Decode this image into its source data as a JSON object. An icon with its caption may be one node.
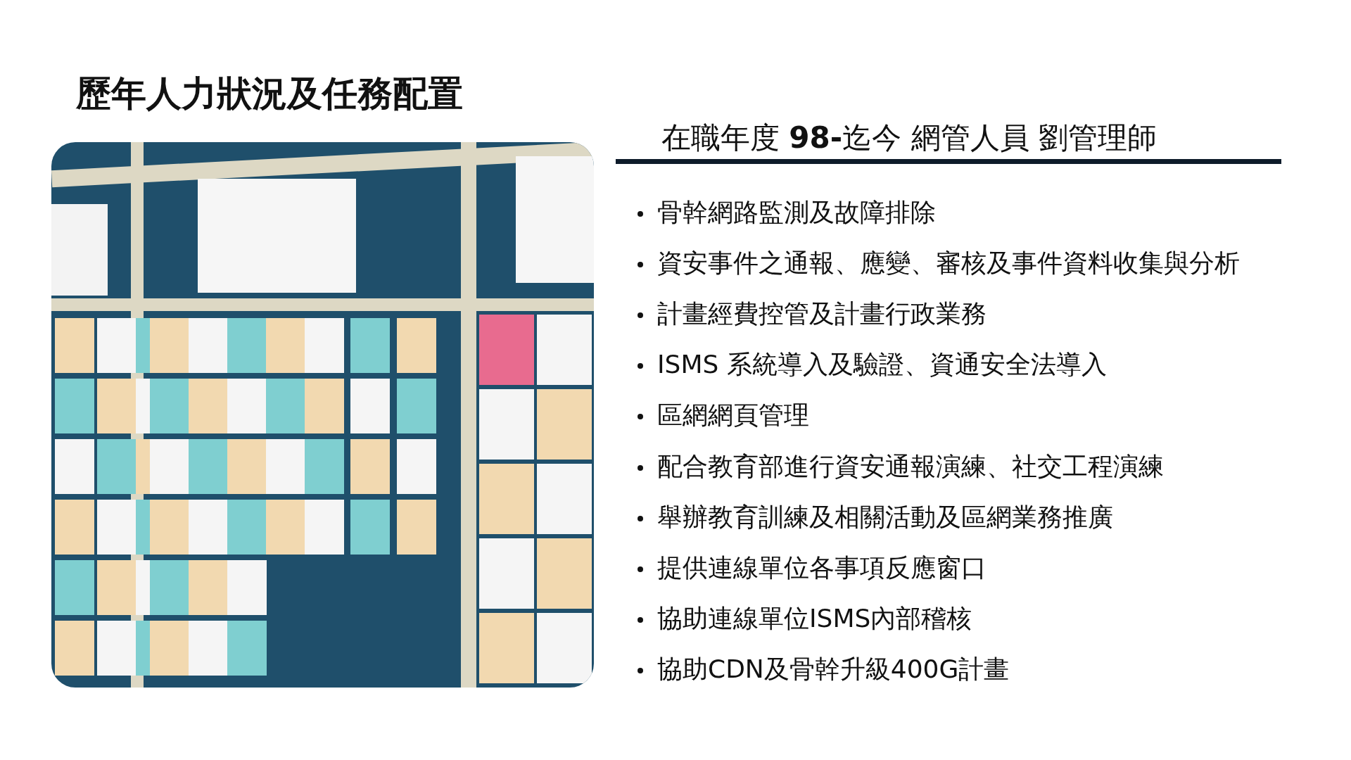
{
  "diagram": {
    "title": "歷年人力狀況及任務配置",
    "labels": [
      "在職年度 **98-**迄今 網管人員 劉管理師",
      "骨幹網路監測及故障排除",
      "資安事件之通報、應變、審核及事件資料收集與分析",
      "計畫經費控管及計畫行政業務",
      "ISMS 系統導入及驗證、資通安全法導入",
      "區網網頁管理",
      "配合教育部進行資安通報演練、社交工程演練",
      "舉辦教育訓練及相關活動及區網業務推廣",
      "提供連線單位各事項反應窗口",
      "協助連線單位ISMS內部稽核",
      "協助CDN及骨幹升級400G計畫"
    ]
  }
}
